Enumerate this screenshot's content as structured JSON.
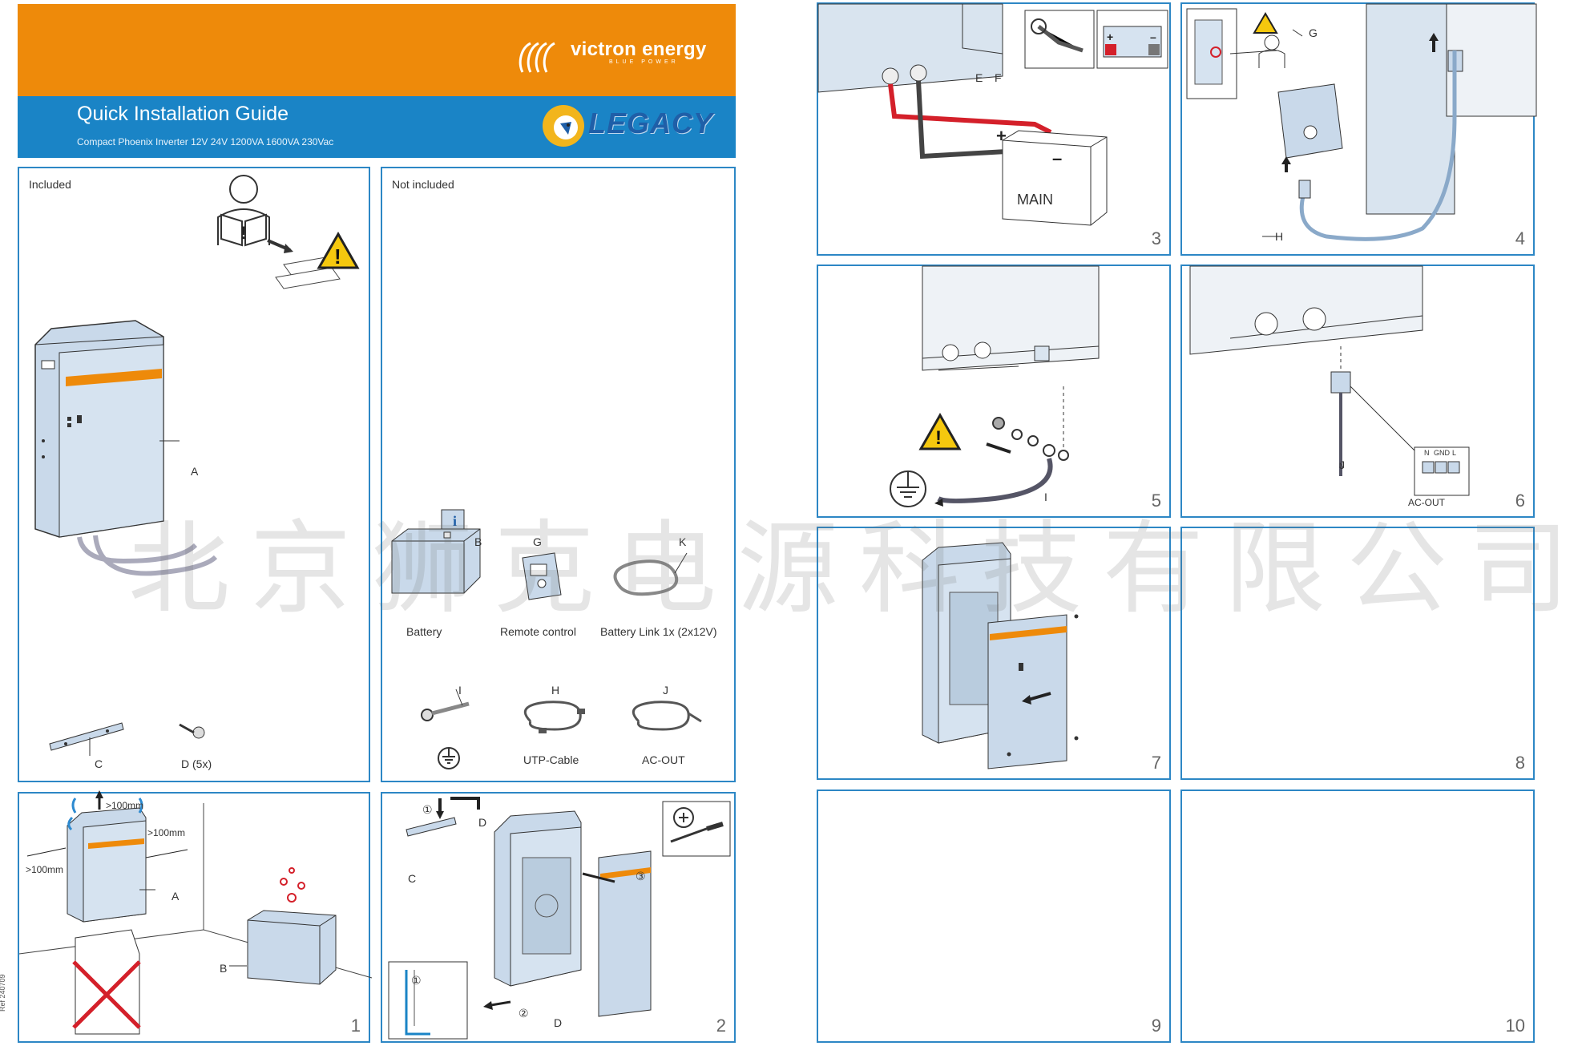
{
  "header": {
    "brand": "victron energy",
    "brand_tagline": "BLUE POWER",
    "series": "LEGACY",
    "title": "Quick Installation Guide",
    "subtitle": "Compact Phoenix Inverter 12V 24V 1200VA 1600VA 230Vac"
  },
  "included": {
    "title": "Included",
    "labels": {
      "a": "A",
      "c": "C",
      "d": "D (5x)"
    }
  },
  "not_included": {
    "title": "Not included",
    "items": [
      {
        "letter": "B",
        "label": "Battery"
      },
      {
        "letter": "G",
        "label": "Remote control"
      },
      {
        "letter": "K",
        "label": "Battery Link 1x (2x12V)"
      },
      {
        "letter": "I",
        "label": ""
      },
      {
        "letter": "H",
        "label": "UTP-Cable"
      },
      {
        "letter": "J",
        "label": "AC-OUT"
      }
    ]
  },
  "step1": {
    "number": "1",
    "clearance": ">100mm",
    "labels": {
      "a": "A",
      "b": "B"
    }
  },
  "step2": {
    "number": "2",
    "markers": [
      "①",
      "②",
      "③"
    ],
    "labels": {
      "c": "C",
      "d": "D"
    }
  },
  "step3": {
    "number": "3",
    "labels": {
      "e": "E",
      "f": "F"
    },
    "battery_text": "MAIN"
  },
  "step4": {
    "number": "4",
    "labels": {
      "g": "G",
      "h": "H"
    }
  },
  "step5": {
    "number": "5",
    "labels": {
      "i": "I"
    }
  },
  "step6": {
    "number": "6",
    "labels": {
      "j": "J"
    },
    "terminals": [
      "N",
      "GND",
      "L"
    ],
    "terminal_label": "AC-OUT"
  },
  "step7": {
    "number": "7"
  },
  "step8": {
    "number": "8"
  },
  "step9": {
    "number": "9"
  },
  "step10": {
    "number": "10"
  },
  "watermark": "北京狮克电源科技有限公司",
  "ref": "Ref 240709",
  "colors": {
    "orange": "#ee8a0a",
    "blue": "#1a84c6",
    "panel_border": "#2d87c5",
    "device": "#c9d9ea",
    "cable_red": "#d4202a"
  }
}
